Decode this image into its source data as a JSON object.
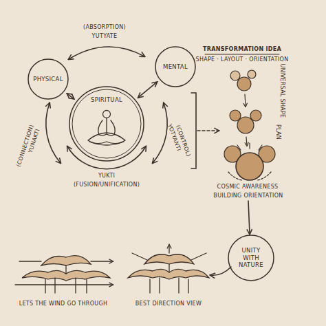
{
  "diagram": {
    "nodes": [
      {
        "text": [
          "PHYSICAL"
        ]
      },
      {
        "text": [
          "MENTAL"
        ]
      },
      {
        "text": [
          "SPIRITUAL"
        ]
      },
      {
        "text": [
          "UNITY WITH NATURE"
        ]
      }
    ],
    "edges": [
      {
        "from": 0,
        "to": 2,
        "arrow": "both"
      },
      {
        "from": 1,
        "to": 2,
        "arrow": "both"
      }
    ],
    "labels": [
      "(ABSORPTION)",
      "YUTYATE",
      "YUNAKTI",
      "(CONNECTION)",
      "YOTYANTI",
      "(CONTROL)",
      "YUKTI",
      "(FUSION/UNIFICATION)",
      "TRANSFORMATION IDEA",
      "SHAPE · LAYOUT · ORIENTATION",
      "UNIVERSAL SHAPE",
      "PLAN",
      "COSMIC AWARENESS",
      "BUILDING ORIENTATION",
      "LETS THE WIND GO THROUGH",
      "BEST DIRECTION VIEW"
    ]
  }
}
